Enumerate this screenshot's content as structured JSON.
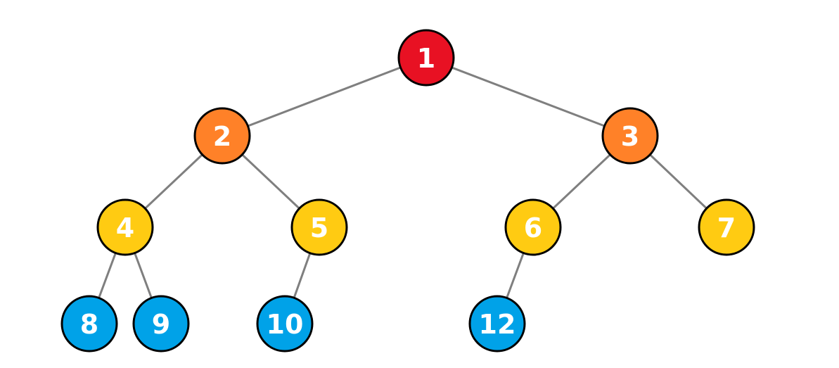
{
  "colors": {
    "level_0": "#e81123",
    "level_1": "#ff8128",
    "level_2": "#ffcb12",
    "level_3": "#00a2e8",
    "edge": "#7f7f7f",
    "outline": "#000000",
    "label": "#ffffff"
  },
  "nodes": [
    {
      "id": "1",
      "label": "1",
      "level": 0,
      "parent": null
    },
    {
      "id": "2",
      "label": "2",
      "level": 1,
      "parent": "1"
    },
    {
      "id": "3",
      "label": "3",
      "level": 1,
      "parent": "1"
    },
    {
      "id": "4",
      "label": "4",
      "level": 2,
      "parent": "2"
    },
    {
      "id": "5",
      "label": "5",
      "level": 2,
      "parent": "2"
    },
    {
      "id": "6",
      "label": "6",
      "level": 2,
      "parent": "3"
    },
    {
      "id": "7",
      "label": "7",
      "level": 2,
      "parent": "3"
    },
    {
      "id": "8",
      "label": "8",
      "level": 3,
      "parent": "4"
    },
    {
      "id": "9",
      "label": "9",
      "level": 3,
      "parent": "4"
    },
    {
      "id": "10",
      "label": "10",
      "level": 3,
      "parent": "5"
    },
    {
      "id": "12",
      "label": "12",
      "level": 3,
      "parent": "6"
    }
  ]
}
